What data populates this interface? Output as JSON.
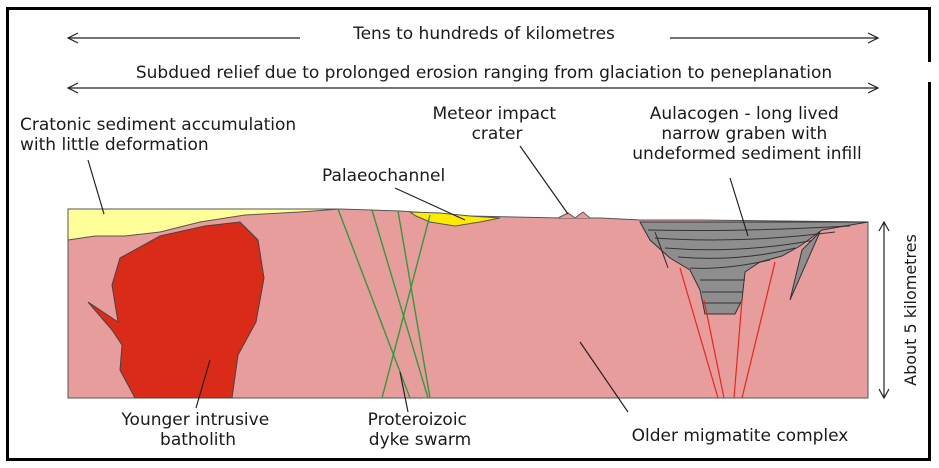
{
  "scale": {
    "horizontal": "Tens to hundreds of kilometres",
    "vertical": "About 5 kilometres"
  },
  "relief_note": "Subdued relief due to prolonged erosion ranging from glaciation to peneplanation",
  "labels": {
    "cratonic_sediment": [
      "Cratonic sediment accumulation",
      "with little deformation"
    ],
    "palaeochannel": "Palaeochannel",
    "meteor_crater": [
      "Meteor impact",
      "crater"
    ],
    "aulacogen": [
      "Aulacogen - long lived",
      "narrow graben with",
      "undeformed sediment infill"
    ],
    "batholith": [
      "Younger intrusive",
      "batholith"
    ],
    "dyke_swarm": [
      "Proteroizoic",
      "dyke swarm"
    ],
    "migmatite": "Older migmatite complex"
  },
  "colors": {
    "basement": "#e89d9d",
    "batholith": "#d92b17",
    "cratonic_sediment": "#ffff99",
    "palaeochannel": "#ffeb00",
    "graben_fill": "#8e8e8e",
    "dykes": "#2f9a3c",
    "faults": "#e8261e",
    "frame": "#000000"
  }
}
